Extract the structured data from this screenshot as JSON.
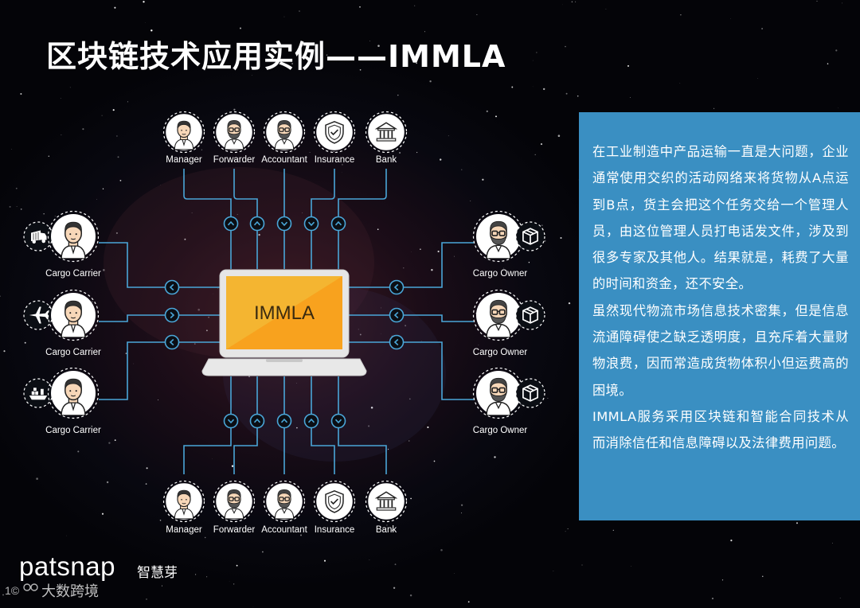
{
  "title": "区块链技术应用实例——IMMLA",
  "laptop_label": "IMMLA",
  "top_nodes": [
    {
      "label": "Manager",
      "icon": "manager-avatar-icon"
    },
    {
      "label": "Forwarder",
      "icon": "forwarder-avatar-icon"
    },
    {
      "label": "Accountant",
      "icon": "accountant-avatar-icon"
    },
    {
      "label": "Insurance",
      "icon": "insurance-shield-icon"
    },
    {
      "label": "Bank",
      "icon": "bank-icon"
    }
  ],
  "bottom_nodes": [
    {
      "label": "Manager",
      "icon": "manager-avatar-icon"
    },
    {
      "label": "Forwarder",
      "icon": "forwarder-avatar-icon"
    },
    {
      "label": "Accountant",
      "icon": "accountant-avatar-icon"
    },
    {
      "label": "Insurance",
      "icon": "insurance-shield-icon"
    },
    {
      "label": "Bank",
      "icon": "bank-icon"
    }
  ],
  "left_nodes": [
    {
      "label": "Cargo Carrier",
      "icon": "truck-icon"
    },
    {
      "label": "Cargo Carrier",
      "icon": "airplane-icon"
    },
    {
      "label": "Cargo Carrier",
      "icon": "ship-icon"
    }
  ],
  "right_nodes": [
    {
      "label": "Cargo Owner",
      "icon": "package-icon"
    },
    {
      "label": "Cargo Owner",
      "icon": "package-icon"
    },
    {
      "label": "Cargo Owner",
      "icon": "package-icon"
    }
  ],
  "paragraphs": [
    "在工业制造中产品运输一直是大问题，企业通常使用交织的活动网络来将货物从A点运到B点，货主会把这个任务交给一个管理人员，由这位管理人员打电话发文件，涉及到很多专家及其他人。结果就是，耗费了大量的时间和资金，还不安全。",
    "虽然现代物流市场信息技术密集，但是信息流通障碍使之缺乏透明度，且充斥着大量财物浪费，因而常造成货物体积小但运费高的困境。",
    "IMMLA服务采用区块链和智能合同技术从而消除信任和信息障碍以及法律费用问题。"
  ],
  "brand": {
    "name": "patsnap",
    "cn": "智慧芽"
  },
  "watermark": "大数跨境",
  "colors": {
    "panel": "#3a8fc2",
    "line": "#4aa6d8",
    "laptop_screen": "#f4b531",
    "laptop_body": "#e8e8e8"
  }
}
